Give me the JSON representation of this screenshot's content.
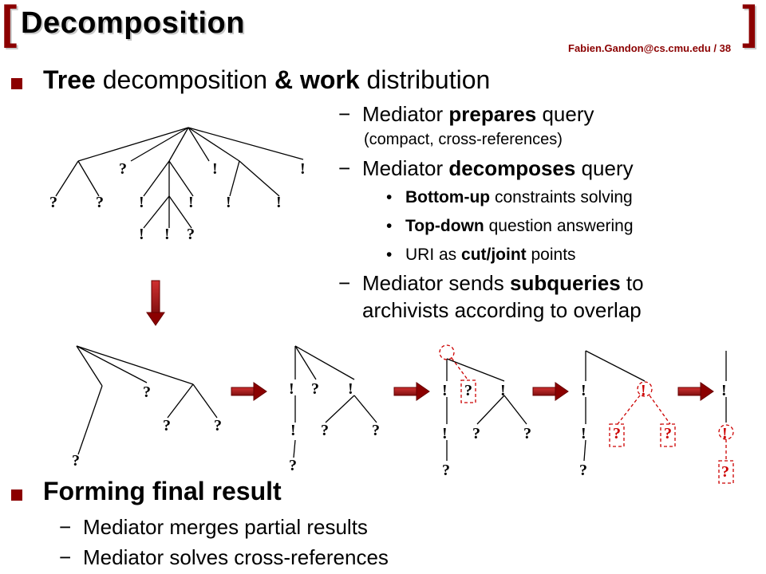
{
  "header": {
    "title": "Decomposition",
    "bracket_left": "[",
    "bracket_right": "]",
    "footer": "Fabien.Gandon@cs.cmu.edu  / 38"
  },
  "bullets": {
    "b1": {
      "bold1": "Tree",
      "t1": " decomposition ",
      "bold2": "& work",
      "t2": " distribution"
    },
    "b2": {
      "text": "Forming final result"
    }
  },
  "items": {
    "i1": {
      "dash": "−",
      "t1": "Mediator ",
      "bold": "prepares",
      "t2": " query",
      "sub": "(compact, cross-references)"
    },
    "i2": {
      "dash": "−",
      "t1": "Mediator ",
      "bold": "decomposes",
      "t2": " query"
    },
    "i2a": {
      "dot": "•",
      "bold": "Bottom-up",
      "t": " constraints solving"
    },
    "i2b": {
      "dot": "•",
      "bold": "Top-down",
      "t": " question answering"
    },
    "i2c": {
      "dot": "•",
      "t1": "URI as ",
      "bold": "cut/joint",
      "t2": " points"
    },
    "i3": {
      "dash": "−",
      "t1": "Mediator sends ",
      "bold": "subqueries",
      "t2": " to",
      "line2": "archivists according to overlap"
    },
    "f1": {
      "dash": "−",
      "text": "Mediator merges partial results"
    },
    "f2": {
      "dash": "−",
      "text": "Mediator solves cross-references"
    }
  },
  "symbols": {
    "q": "?",
    "bang": "!"
  },
  "colors": {
    "accent": "#8b0000",
    "highlight": "#cc0000",
    "arrow": "#a01010"
  }
}
